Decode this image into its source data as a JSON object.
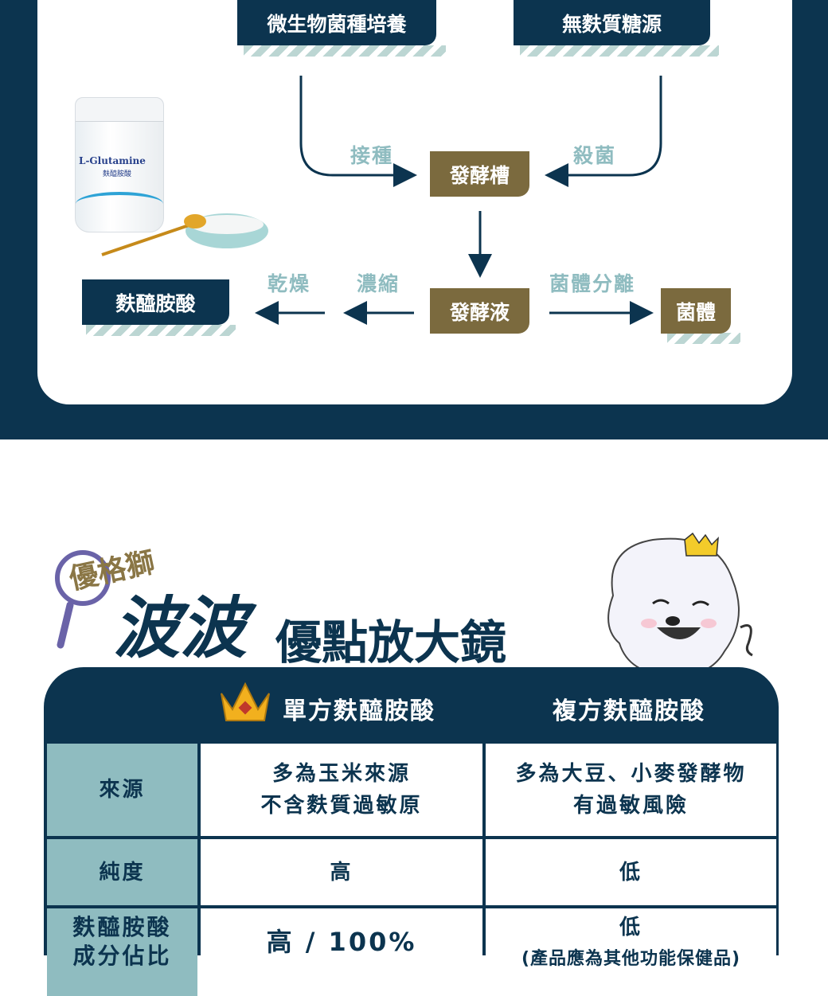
{
  "flow": {
    "source1": "微生物菌種培養",
    "source2": "無麩質糖源",
    "step_inoculate": "接種",
    "step_sterilize": "殺菌",
    "tank": "發酵槽",
    "liquid": "發酵液",
    "step_separate": "菌體分離",
    "biomass": "菌體",
    "step_concentrate": "濃縮",
    "step_dry": "乾燥",
    "product": "麩醯胺酸",
    "product_label": {
      "name": "L-Glutamine",
      "cn": "麩醯胺酸"
    }
  },
  "heading": {
    "brand": "優格獅",
    "main": "波波",
    "sub": "優點放大鏡"
  },
  "table": {
    "columns": [
      "單方麩醯胺酸",
      "複方麩醯胺酸"
    ],
    "rows": [
      {
        "label": [
          "來源"
        ],
        "single": [
          "多為玉米來源",
          "不含麩質過敏原"
        ],
        "compound": [
          "多為大豆、小麥發酵物",
          "有過敏風險"
        ]
      },
      {
        "label": [
          "純度"
        ],
        "single": [
          "高"
        ],
        "compound": [
          "低"
        ]
      },
      {
        "label": [
          "麩醯胺酸",
          "成分佔比"
        ],
        "single": [
          "高 / 100%"
        ],
        "compound": [
          "低",
          "(產品應為其他功能保健品)"
        ]
      }
    ]
  },
  "colors": {
    "navy": "#0c344f",
    "brown": "#7b6a3e",
    "teal": "#8fbcc0",
    "stripe": "#bcd6d3"
  }
}
